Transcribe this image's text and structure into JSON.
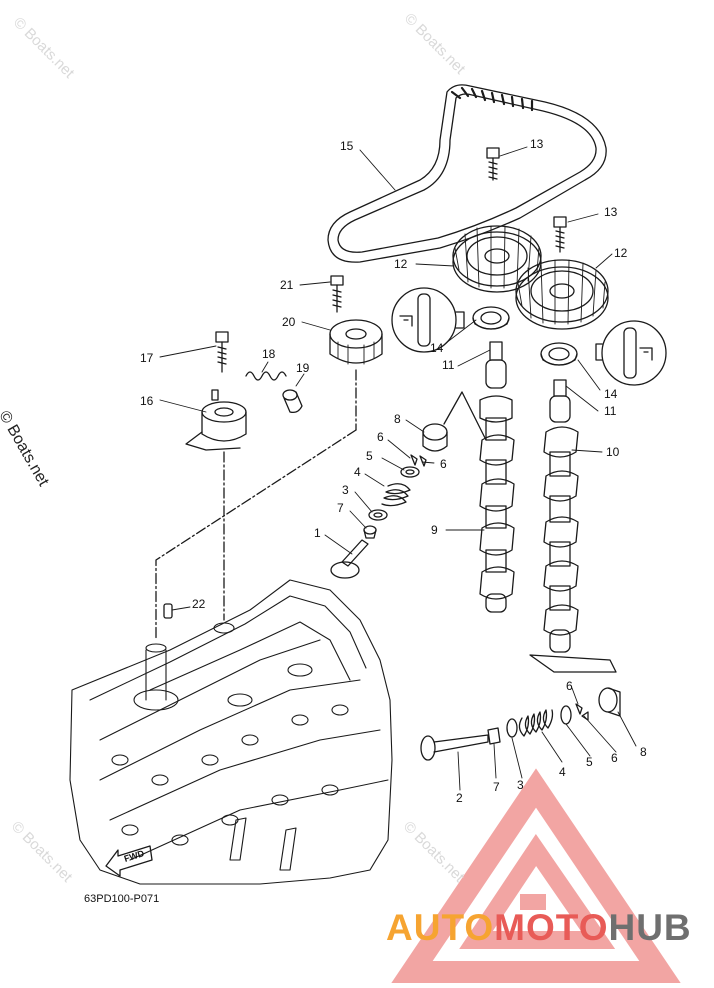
{
  "watermarks": [
    "© Boats.net",
    "© Boats.net",
    "© Boats.net",
    "© Boats.net"
  ],
  "side_watermark": "© Boats.net",
  "diagram_code": "63PD100-P071",
  "fwd_label": "FWD",
  "brand": {
    "part1": "AUTO",
    "part2": "MOTO",
    "part3": "HUB"
  },
  "colors": {
    "line": "#1a1a1a",
    "logo_red": "#e85b57",
    "logo_orange": "#f6a431",
    "logo_gray": "#6f6f6f"
  },
  "callouts": {
    "c15": "15",
    "c13a": "13",
    "c13b": "13",
    "c12a": "12",
    "c12b": "12",
    "c21": "21",
    "c20": "20",
    "c14a": "14",
    "c14b": "14",
    "c11a": "11",
    "c11b": "11",
    "c17": "17",
    "c18": "18",
    "c19": "19",
    "c16": "16",
    "c8a": "8",
    "c6a": "6",
    "c6b": "6",
    "c5a": "5",
    "c4a": "4",
    "c3a": "3",
    "c7a": "7",
    "c1": "1",
    "c9": "9",
    "c10": "10",
    "c22": "22",
    "c6c": "6",
    "c6d": "6",
    "c8b": "8",
    "c5b": "5",
    "c4b": "4",
    "c3b": "3",
    "c7b": "7",
    "c2": "2"
  }
}
